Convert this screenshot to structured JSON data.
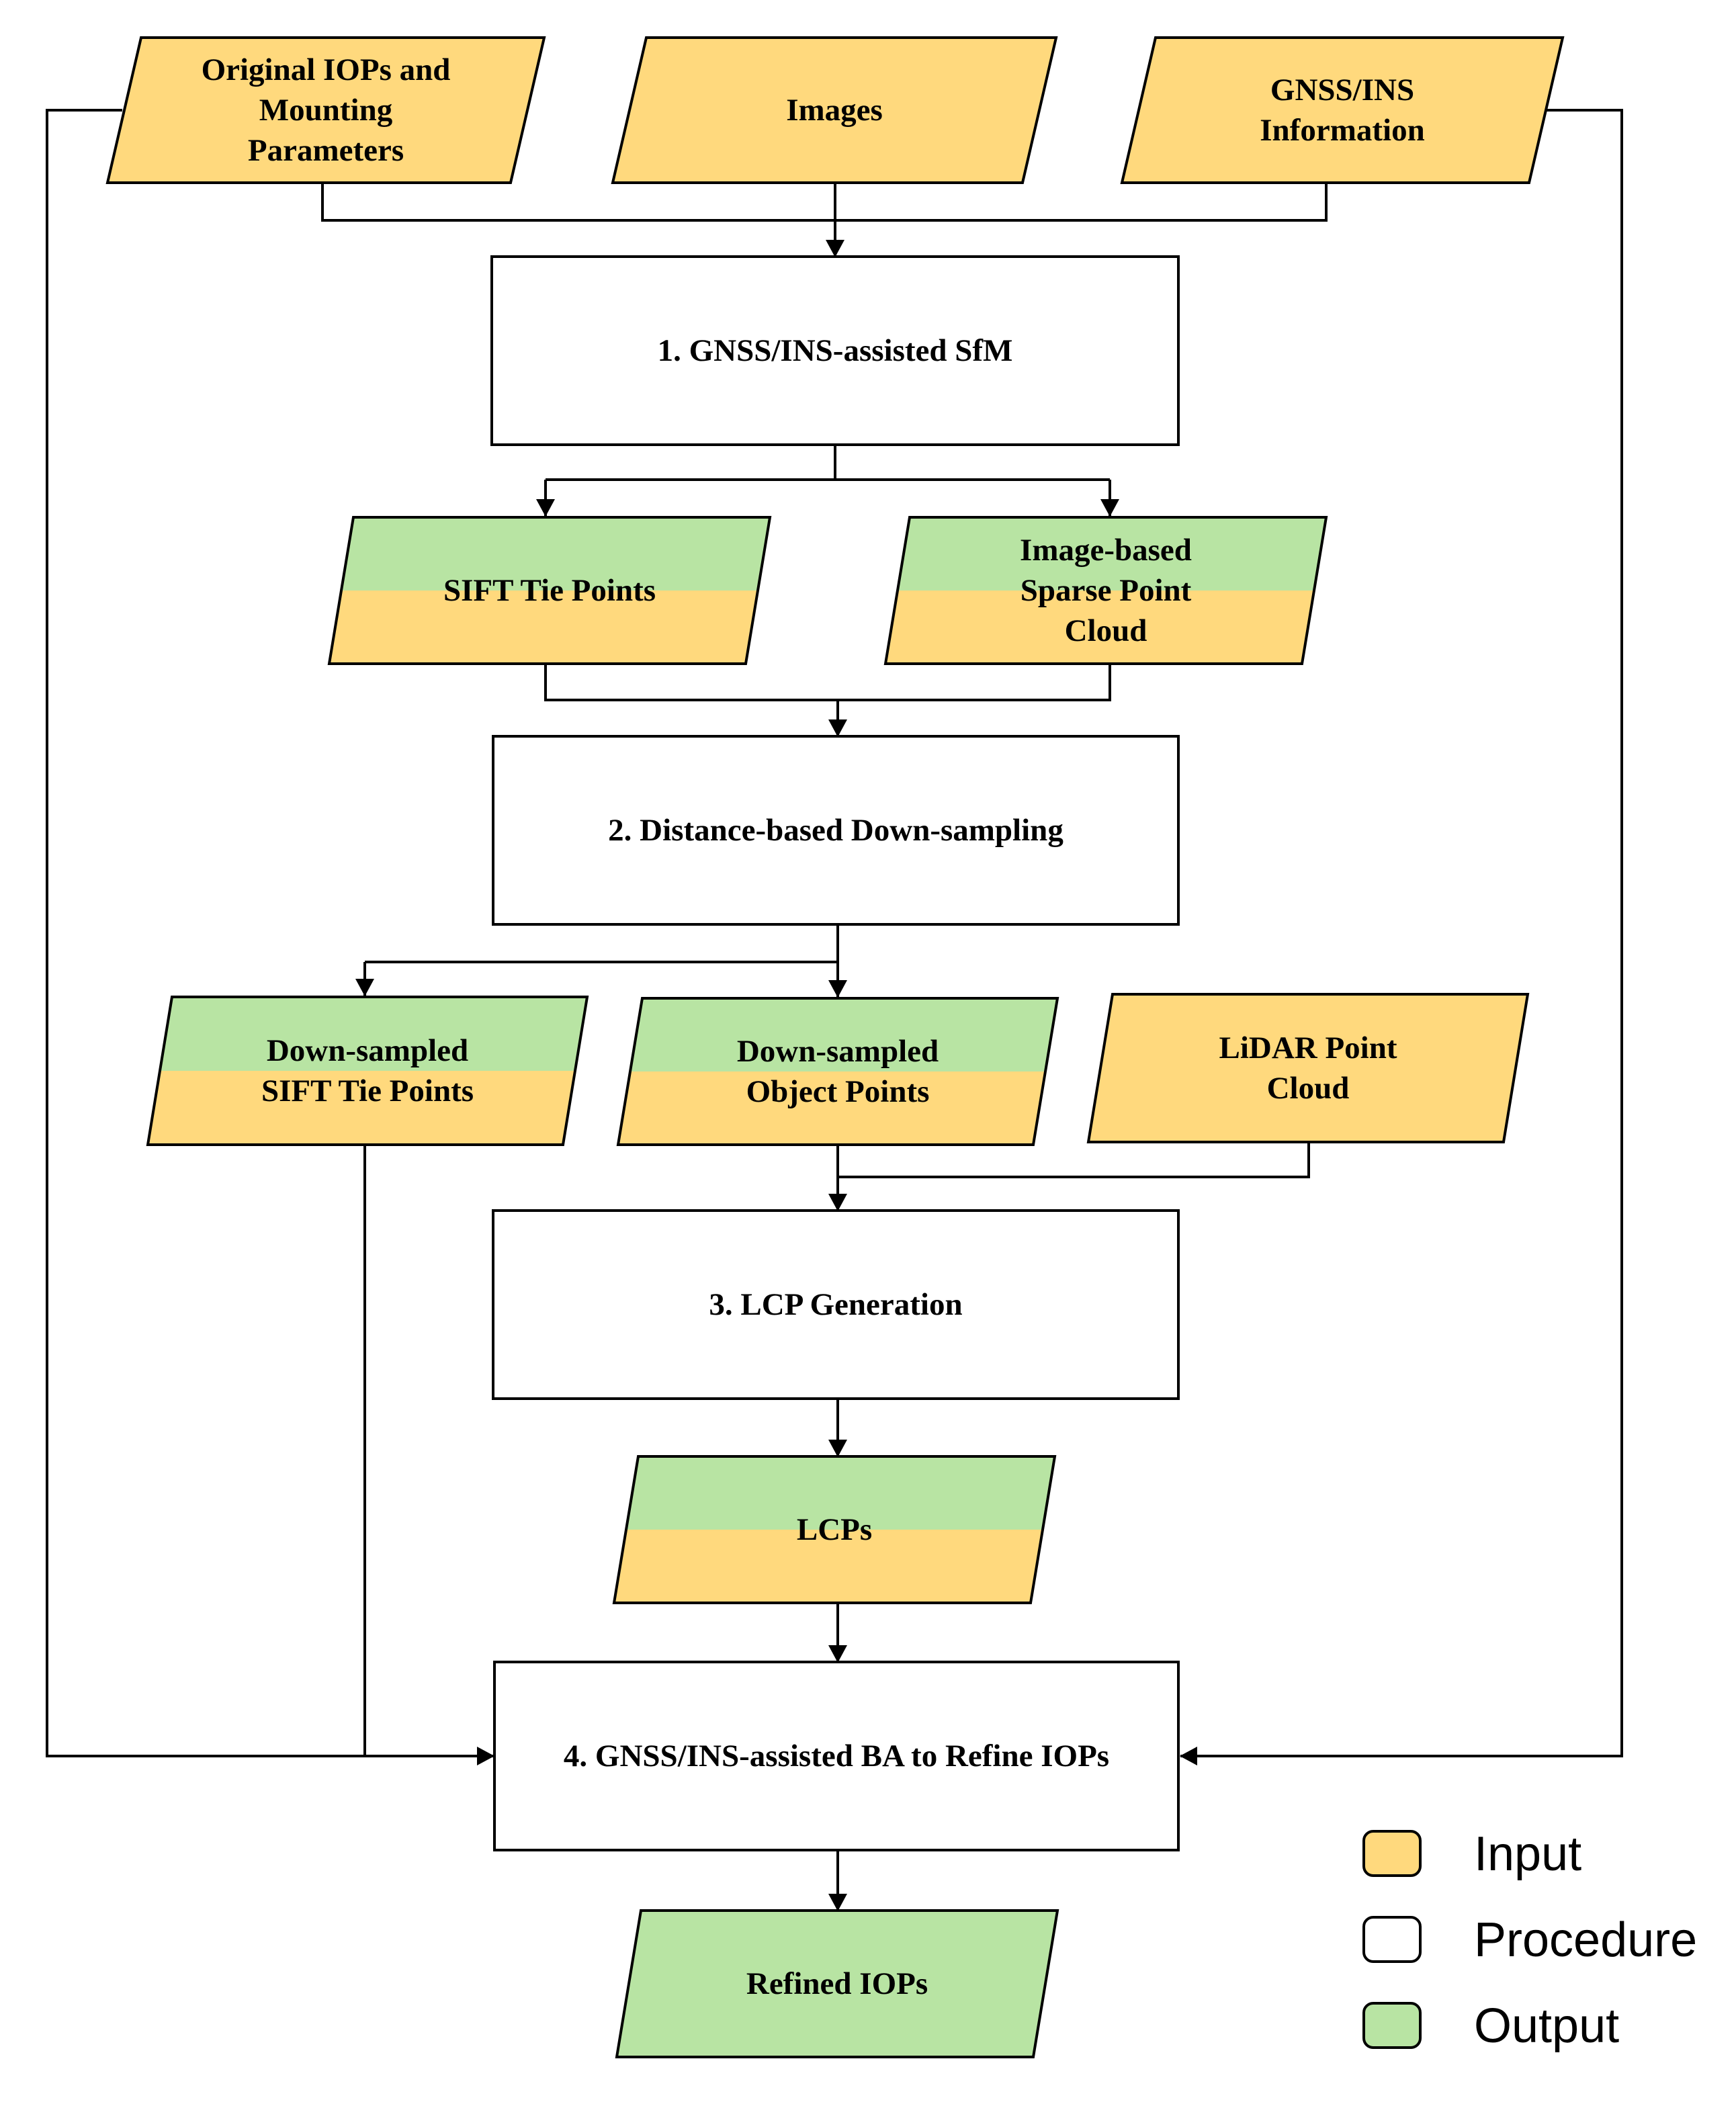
{
  "colors": {
    "input": "#FFD97D",
    "procedure": "#FFFFFF",
    "output": "#B8E4A3",
    "stroke": "#000000"
  },
  "nodes": {
    "orig_iops": {
      "kind": "input",
      "lines": [
        "Original IOPs and",
        "Mounting",
        "Parameters"
      ]
    },
    "images": {
      "kind": "input",
      "lines": [
        "Images"
      ]
    },
    "gnss_info": {
      "kind": "input",
      "lines": [
        "GNSS/INS",
        "Information"
      ]
    },
    "proc1": {
      "kind": "procedure",
      "lines": [
        "1. GNSS/INS-assisted SfM"
      ]
    },
    "sift_tie": {
      "kind": "input-output",
      "lines": [
        "SIFT Tie Points"
      ]
    },
    "sparse_cloud": {
      "kind": "input-output",
      "lines": [
        "Image-based",
        "Sparse Point",
        "Cloud"
      ]
    },
    "proc2": {
      "kind": "procedure",
      "lines": [
        "2. Distance-based Down-sampling"
      ]
    },
    "ds_sift": {
      "kind": "input-output",
      "lines": [
        "Down-sampled",
        "SIFT Tie Points"
      ]
    },
    "ds_object": {
      "kind": "input-output",
      "lines": [
        "Down-sampled",
        "Object Points"
      ]
    },
    "lidar": {
      "kind": "input",
      "lines": [
        "LiDAR Point",
        "Cloud"
      ]
    },
    "proc3": {
      "kind": "procedure",
      "lines": [
        "3. LCP Generation"
      ]
    },
    "lcps": {
      "kind": "input-output",
      "lines": [
        "LCPs"
      ]
    },
    "proc4": {
      "kind": "procedure",
      "lines": [
        "4. GNSS/INS-assisted BA to Refine IOPs"
      ]
    },
    "refined": {
      "kind": "output",
      "lines": [
        "Refined IOPs"
      ]
    }
  },
  "legend": [
    {
      "kind": "input",
      "label": "Input"
    },
    {
      "kind": "procedure",
      "label": "Procedure"
    },
    {
      "kind": "output",
      "label": "Output"
    }
  ]
}
